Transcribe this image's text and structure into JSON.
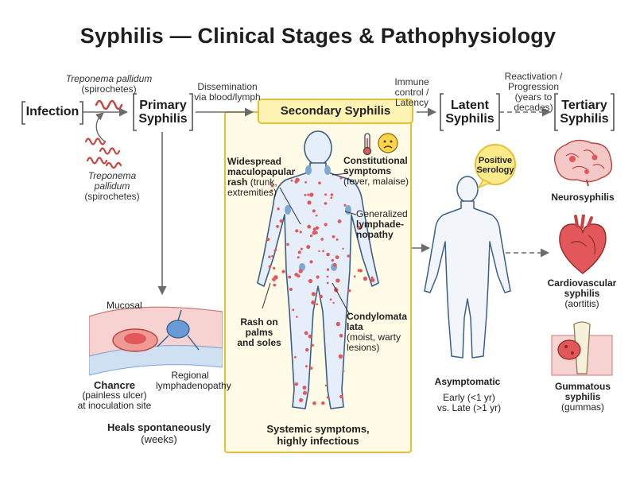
{
  "title": "Syphilis — Clinical Stages & Pathophysiology",
  "pathogen": {
    "name": "Treponema pallidum",
    "qualifier": "(spirochetes)",
    "name_lower_1": "Treponema",
    "name_lower_2": "pallidum"
  },
  "stages": {
    "infection": "Infection",
    "primary_1": "Primary",
    "primary_2": "Syphilis",
    "secondary": "Secondary Syphilis",
    "latent_1": "Latent",
    "latent_2": "Syphilis",
    "tertiary_1": "Tertiary",
    "tertiary_2": "Syphilis"
  },
  "transitions": {
    "dissemination_1": "Dissemination",
    "dissemination_2": "via blood/lymph",
    "immune_1": "Immune",
    "immune_2": "control /",
    "immune_3": "Latency",
    "reactivation_1": "Reactivation /",
    "reactivation_2": "Progression",
    "reactivation_3": "(years to",
    "reactivation_4": "decades)"
  },
  "primary_panel": {
    "mucosal": "Mucosal",
    "chancre": "Chancre",
    "chancre_detail_1": "(painless ulcer)",
    "chancre_detail_2": "at inoculation site",
    "regional_1": "Regional",
    "regional_2": "lymphadenopathy",
    "heals": "Heals spontaneously",
    "heals_time": "(weeks)"
  },
  "secondary_panel": {
    "rash_1": "Widespread",
    "rash_2": "maculopapular",
    "rash_3": "rash",
    "rash_3b": "(trunk,",
    "rash_4": "extremities)",
    "constitutional_1": "Constitutional",
    "constitutional_2": "symptoms",
    "constitutional_3": "(fever, malaise)",
    "lymph_1": "Generalized",
    "lymph_2": "lymphade-",
    "lymph_3": "nopathy",
    "palms_1": "Rash on palms",
    "palms_2": "and soles",
    "condyloma_1": "Condylomata",
    "condyloma_2": "lata",
    "condyloma_3": "(moist, warty",
    "condyloma_4": "lesions)",
    "systemic_1": "Systemic symptoms,",
    "systemic_2": "highly infectious"
  },
  "latent_panel": {
    "serology_1": "Positive",
    "serology_2": "Serology",
    "asymptomatic": "Asymptomatic",
    "early": "Early (<1 yr)",
    "late": "vs. Late (>1 yr)"
  },
  "tertiary_panel": {
    "neuro": "Neurosyphilis",
    "cardio_1": "Cardiovascular",
    "cardio_2": "syphilis",
    "cardio_3": "(aortitis)",
    "gumma_1": "Gummatous",
    "gumma_2": "syphilis",
    "gumma_3": "(gummas)"
  },
  "colors": {
    "accent_yellow": "#fdf3b3",
    "border_yellow": "#e3bf3a",
    "rash_red": "#e2575a",
    "arrow_gray": "#6b6b6b",
    "body_outline": "#3b5f8a",
    "body_fill": "#e6eff9"
  },
  "icons": [
    "thermometer-icon",
    "sad-face-icon",
    "spirochete-icon",
    "brain-icon",
    "heart-icon",
    "bone-icon"
  ]
}
